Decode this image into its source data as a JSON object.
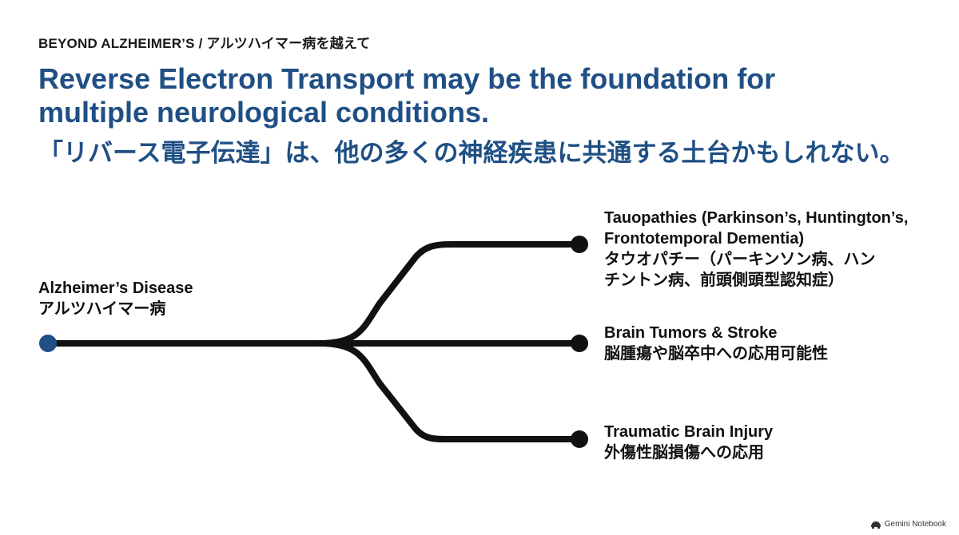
{
  "eyebrow": "BEYOND ALZHEIMER’S / アルツハイマー病を越えて",
  "title_en_line1": "Reverse Electron Transport may be the foundation for",
  "title_en_line2": "multiple neurological conditions.",
  "title_jp": "「リバース電子伝達」は、他の多くの神経疾患に共通する土台かもしれない。",
  "source": {
    "label_en": "Alzheimer’s Disease",
    "label_jp": "アルツハイマー病",
    "dot_color": "#1f4f84"
  },
  "branches": [
    {
      "label_en_line1": "Tauopathies (Parkinson’s, Huntington’s,",
      "label_en_line2": "Frontotemporal Dementia)",
      "label_jp_line1": "タウオパチー（パーキンソン病、ハン",
      "label_jp_line2": "チントン病、前頭側頭型認知症）"
    },
    {
      "label_en_line1": "Brain Tumors & Stroke",
      "label_jp_line1": "脳腫瘍や脳卒中への応用可能性"
    },
    {
      "label_en_line1": "Traumatic Brain Injury",
      "label_jp_line1": "外傷性脳損傷への応用"
    }
  ],
  "colors": {
    "title": "#1f4f84",
    "line": "#111111"
  },
  "footer": {
    "brand": "Gemini Notebook",
    "icon": "brain-icon"
  }
}
